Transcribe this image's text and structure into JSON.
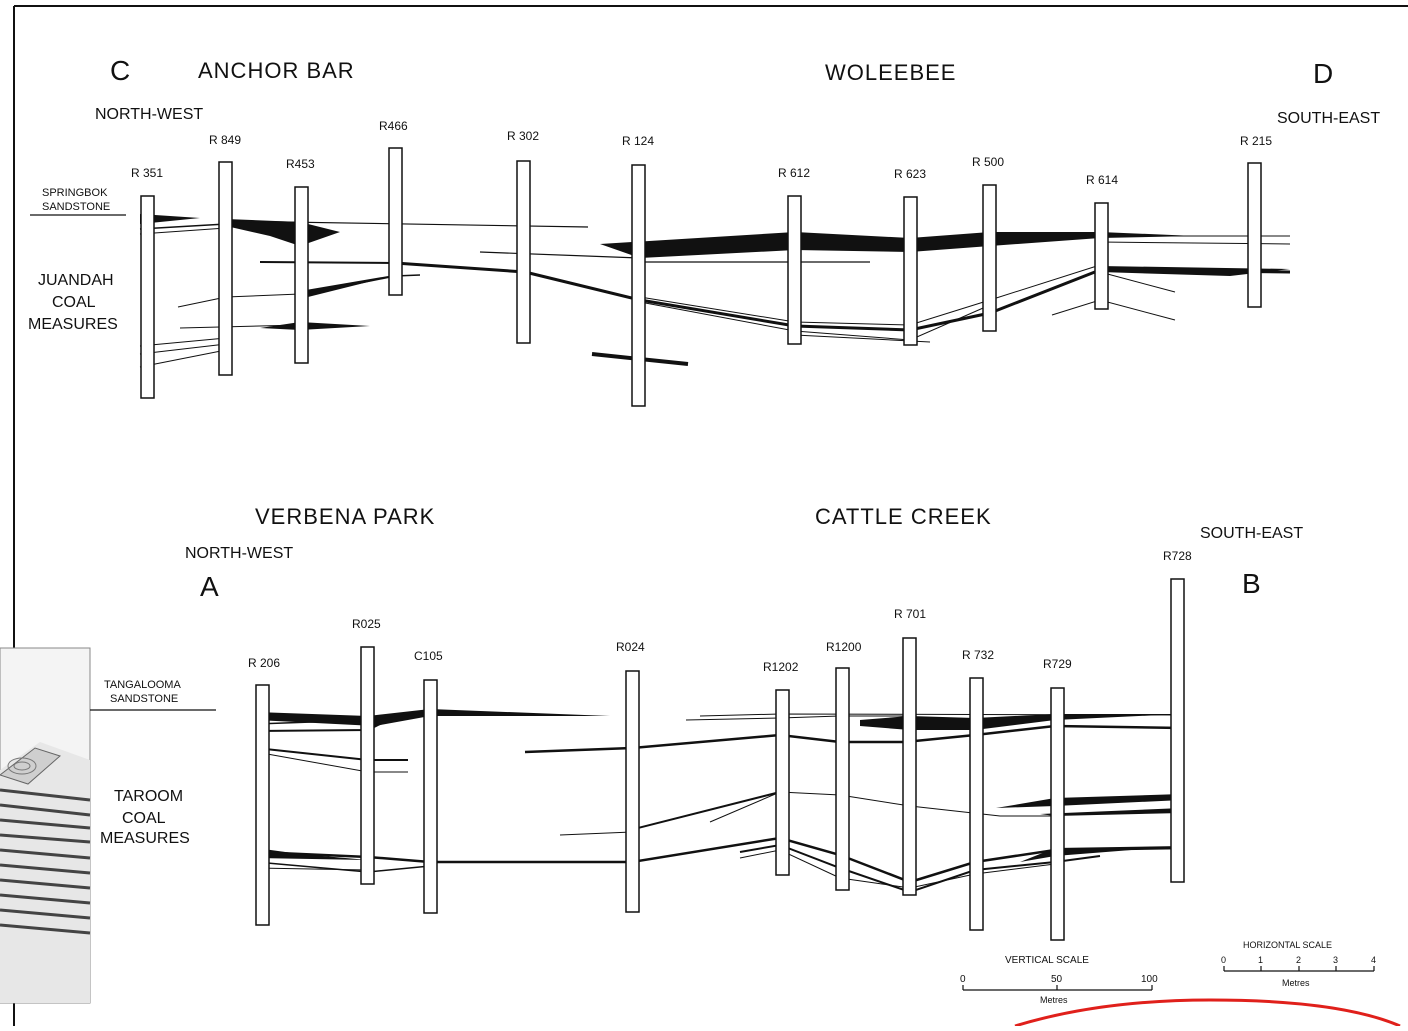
{
  "top_section": {
    "left_letter": "C",
    "right_letter": "D",
    "left_direction": "NORTH-WEST",
    "right_direction": "SOUTH-EAST",
    "place_left": "ANCHOR BAR",
    "place_right": "WOLEEBEE",
    "sandstone_lines": [
      "SPRINGBOK",
      "SANDSTONE"
    ],
    "formation_lines": [
      "JUANDAH",
      "COAL",
      "MEASURES"
    ],
    "boreholes": [
      "R 351",
      "R 849",
      "R453",
      "R466",
      "R 302",
      "R 124",
      "R 612",
      "R 623",
      "R 500",
      "R 614",
      "R 215"
    ]
  },
  "bottom_section": {
    "left_letter": "A",
    "right_letter": "B",
    "left_direction": "NORTH-WEST",
    "right_direction": "SOUTH-EAST",
    "place_left": "VERBENA PARK",
    "place_right": "CATTLE CREEK",
    "sandstone_lines": [
      "TANGALOOMA",
      "SANDSTONE"
    ],
    "formation_lines": [
      "TAROOM",
      "COAL",
      "MEASURES"
    ],
    "boreholes": [
      "R 206",
      "R025",
      "C105",
      "R024",
      "R1202",
      "R1200",
      "R 701",
      "R 732",
      "R729",
      "R728"
    ]
  },
  "vertical_scale": {
    "title": "VERTICAL SCALE",
    "ticks": [
      "0",
      "50",
      "100"
    ],
    "unit": "Metres"
  },
  "horizontal_scale": {
    "title": "HORIZONTAL SCALE",
    "ticks": [
      "0",
      "1",
      "2",
      "3",
      "4"
    ],
    "unit": "Metres"
  },
  "colors": {
    "ink": "#111111",
    "annotation_circle": "#e0201b",
    "inset_gray": "#9a9a9a"
  }
}
